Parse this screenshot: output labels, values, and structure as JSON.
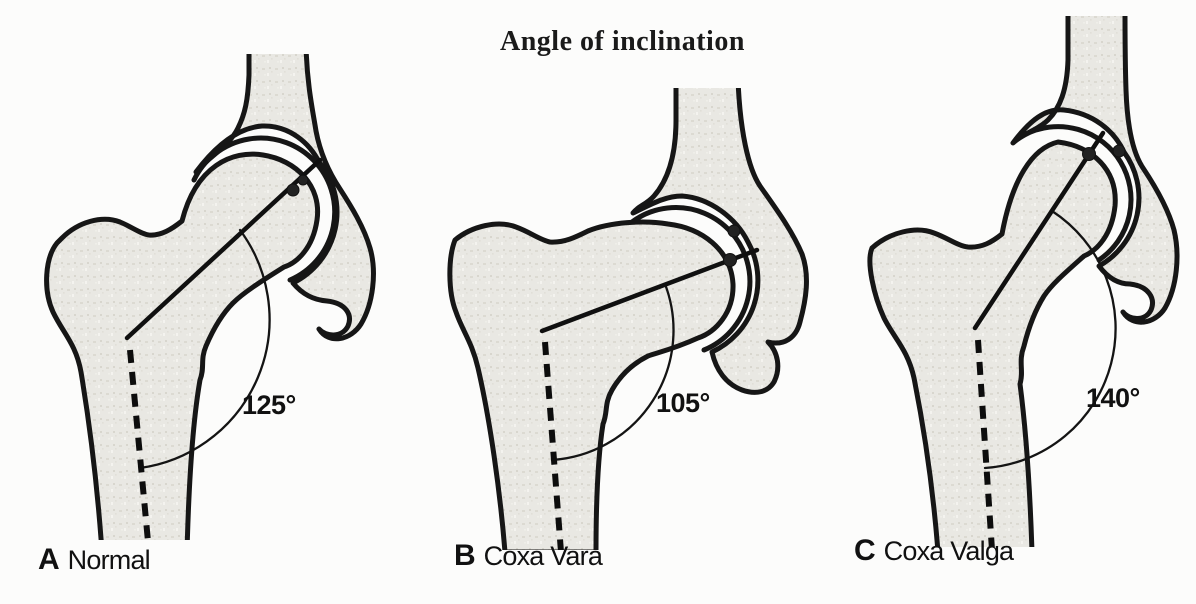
{
  "title": "Angle of inclination",
  "panels": [
    {
      "letter": "A",
      "name": "Normal",
      "angle_label": "125°",
      "angle_deg": 125
    },
    {
      "letter": "B",
      "name": "Coxa Vara",
      "angle_label": "105°",
      "angle_deg": 105
    },
    {
      "letter": "C",
      "name": "Coxa Valga",
      "angle_label": "140°",
      "angle_deg": 140
    }
  ],
  "colors": {
    "bone_fill": "#e9e8e3",
    "outline": "#161616",
    "background": "#fcfcfb",
    "text": "#1a1a1a"
  }
}
